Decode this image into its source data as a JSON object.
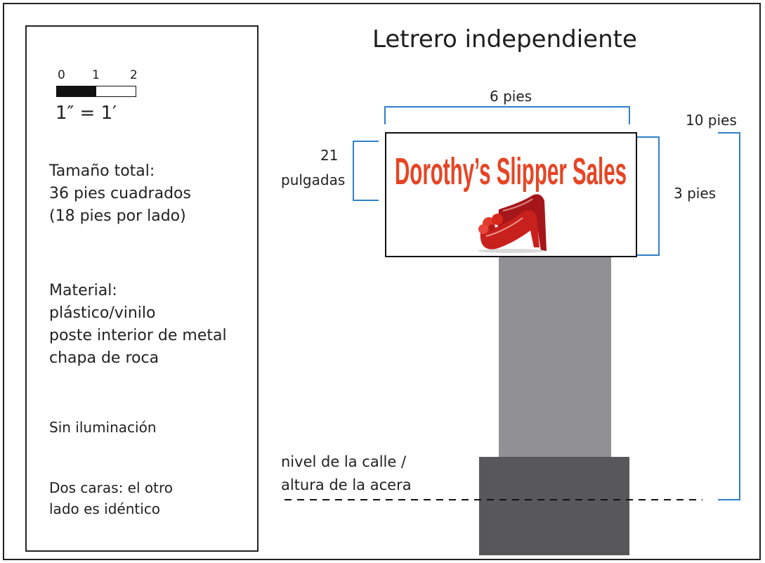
{
  "title": "Letrero independiente",
  "scale": {
    "ticks": [
      "0",
      "1",
      "2"
    ],
    "ratio": "1″ = 1′"
  },
  "info": {
    "size_line1": "Tamaño total:",
    "size_line2": "36 pies cuadrados",
    "size_line3": "(18 pies por lado)",
    "material_line1": "Material:",
    "material_line2": "plástico/vinilo",
    "material_line3": "poste interior de metal",
    "material_line4": "chapa de roca",
    "lighting": "Sin iluminación",
    "sides_line1": "Dos caras: el otro",
    "sides_line2": "lado es idéntico"
  },
  "dimensions": {
    "width": "6 pies",
    "total_height": "10 pies",
    "sign_height": "3 pies",
    "text_height_line1": "21",
    "text_height_line2": "pulgadas"
  },
  "ground": {
    "line1": "nivel de la calle /",
    "line2": "altura de la acera"
  },
  "sign": {
    "text": "Dorothy’s Slipper Sales"
  },
  "colors": {
    "dimension_lines": "#2f80c8",
    "sign_text": "#e64525",
    "post": "#919194",
    "base": "#58585a",
    "slipper": "#c8201c"
  }
}
